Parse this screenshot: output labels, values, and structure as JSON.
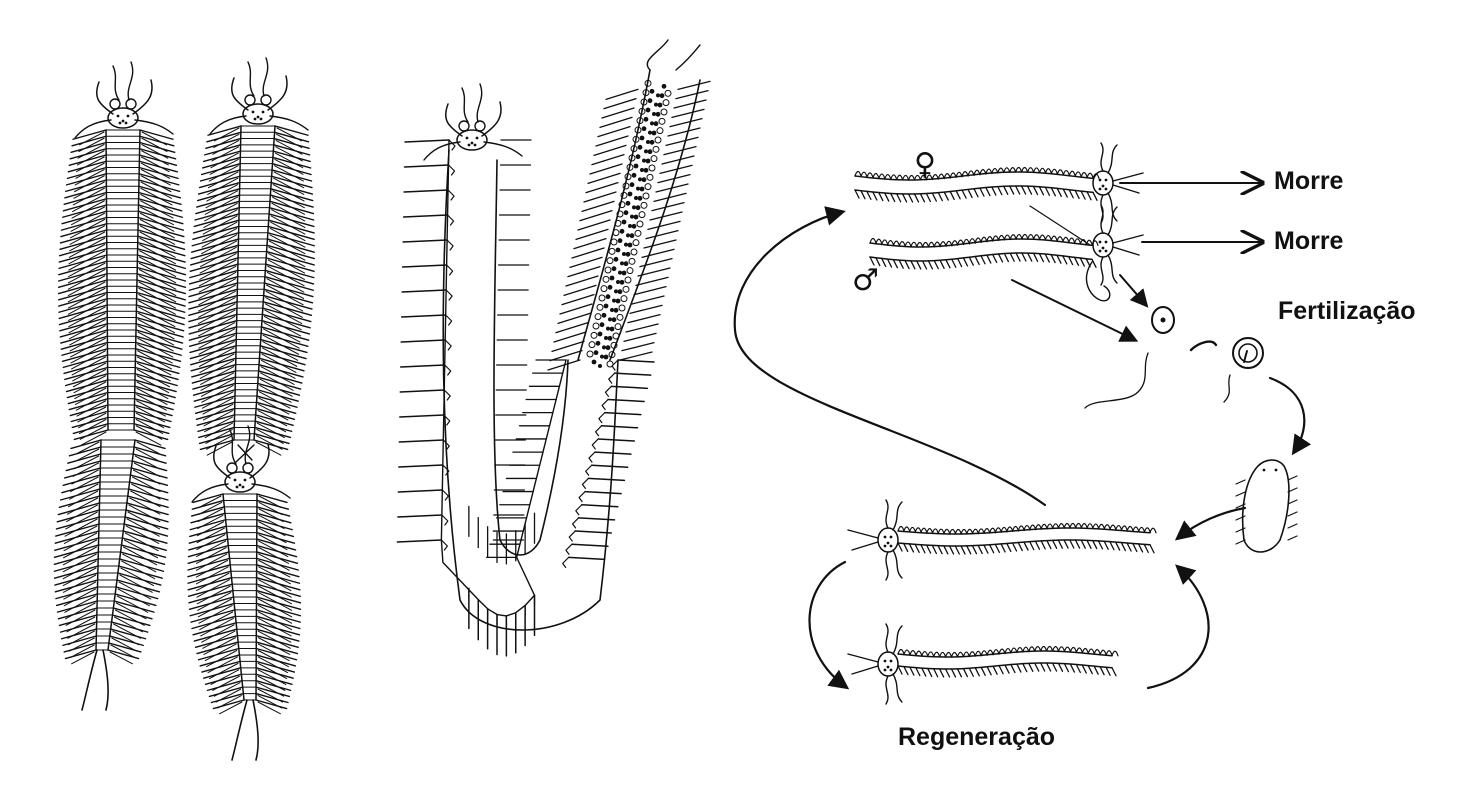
{
  "labels": {
    "dies_1": "Morre",
    "dies_2": "Morre",
    "fertilization": "Fertilização",
    "regeneration": "Regeneração",
    "female_symbol": "♀",
    "male_symbol": "♂"
  }
}
